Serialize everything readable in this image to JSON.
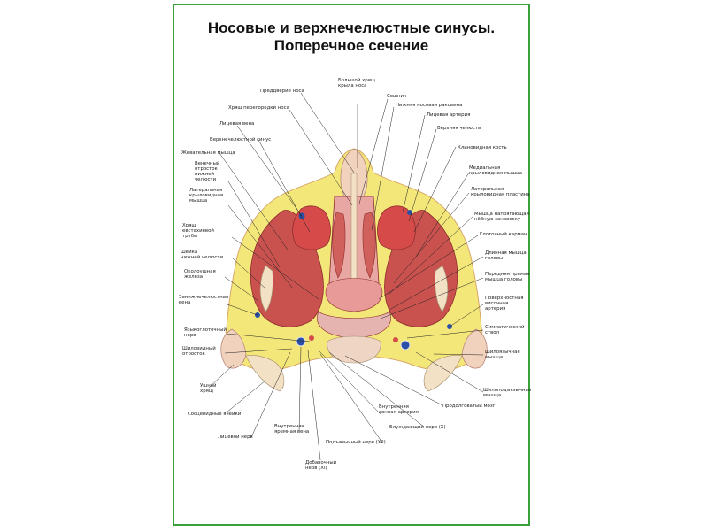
{
  "title": {
    "line1": "Носовые и верхнечелюстные синусы.",
    "line2": "Поперечное сечение"
  },
  "colors": {
    "frame": "#3aa03a",
    "fat": "#f4e77a",
    "muscle": "#c9524f",
    "mucosa": "#e9a7a4",
    "bone": "#f3e1c6",
    "vein": "#2b50a8",
    "cavity": "#d64a4a"
  },
  "labels": {
    "vestibule": "Преддверие носа",
    "alar_cartilage": [
      "Большой хрящ",
      "крыла носа"
    ],
    "vomer": "Сошник",
    "inferior_concha": "Нижняя носовая раковина",
    "septal_cartilage": "Хрящ перегородки носа",
    "facial_artery": "Лицевая артерия",
    "facial_vein": "Лицевая вена",
    "maxilla": "Верхняя челюсть",
    "maxillary_sinus": "Верхнечелюстной синус",
    "sphenoid": "Клиновидная кость",
    "masseter": "Жевательная мышца",
    "coronoid": [
      "Венечный",
      "отросток",
      "нижней",
      "челюсти"
    ],
    "medial_pterygoid": [
      "Медиальная",
      "крыловидная мышца"
    ],
    "lateral_pterygoid_plate": [
      "Латеральная",
      "крыловидная пластина"
    ],
    "lateral_pterygoid": [
      "Латеральная",
      "крыловидная",
      "мышца"
    ],
    "tensor_veli": [
      "Мышца напрягающая",
      "нёбную занавеску"
    ],
    "auditory_tube": [
      "Хрящ",
      "евстахиевой",
      "трубы"
    ],
    "pharynx": "Глоточный карман",
    "mandible_neck": [
      "Шейка",
      "нижней челюсти"
    ],
    "longus_capitis": [
      "Длинная мышца",
      "головы"
    ],
    "parotid": [
      "Околоушная",
      "железа"
    ],
    "rectus_capitis": [
      "Передняя прямая",
      "мышца головы"
    ],
    "retromandibular": [
      "Занижнечелюстная",
      "вена"
    ],
    "superficial_temporal": [
      "Поверхностная",
      "височная",
      "артерия"
    ],
    "glossopharyngeal": [
      "Языкоглоточный",
      "нерв"
    ],
    "sympathetic": [
      "Симпатический",
      "ствол"
    ],
    "styloid": [
      "Шиловидный",
      "отросток"
    ],
    "styloglossus": [
      "Шилоязычная",
      "мышца"
    ],
    "stylopharyngeus": [
      "Шилоподъязычная",
      "мышца"
    ],
    "ear_cartilage": [
      "Ушной",
      "хрящ"
    ],
    "medulla": "Продолговатый мозг",
    "mastoid_cells": "Сосцевидные ячейки",
    "internal_carotid": [
      "Внутренняя",
      "сонная артерия"
    ],
    "facial_nerve": "Лицевой нерв",
    "vagus": "Блуждающий нерв (X)",
    "internal_jugular": [
      "Внутренняя",
      "яремная вена"
    ],
    "hypoglossal": "Подъязычный нерв (XII)",
    "accessory": [
      "Добавочный",
      "нерв (XI)"
    ]
  }
}
